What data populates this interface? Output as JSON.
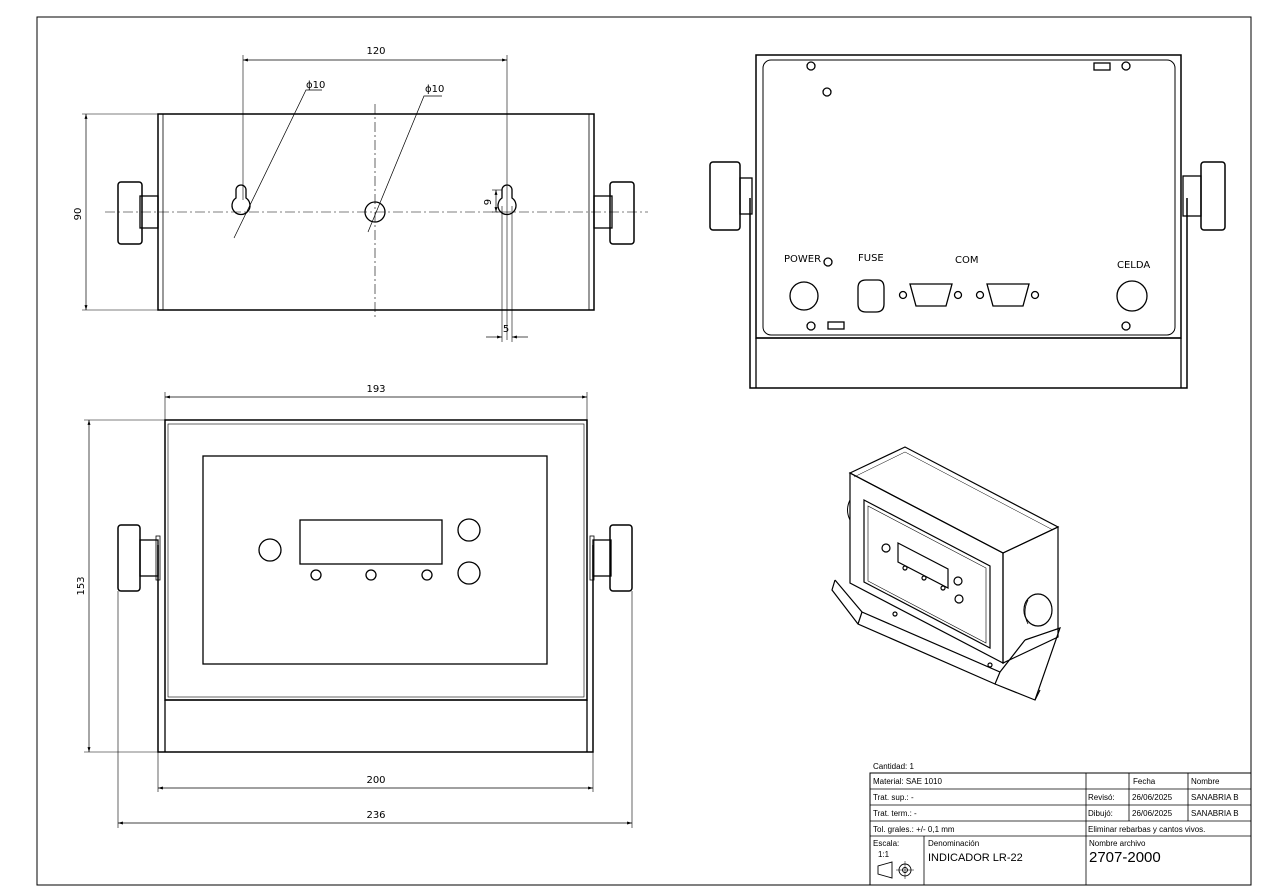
{
  "top_view": {
    "dim_holes_spacing": "120",
    "dim_height": "90",
    "dim_hole_left": "ϕ10",
    "dim_hole_center": "ϕ10",
    "dim_slot_height": "9",
    "dim_slot_width": "5"
  },
  "rear_view": {
    "power_label": "POWER",
    "fuse_label": "FUSE",
    "com_label": "COM",
    "celda_label": "CELDA"
  },
  "front_view": {
    "dim_frame_width": "193",
    "dim_height": "153",
    "dim_base_width": "200",
    "dim_overall_width": "236"
  },
  "title_block": {
    "cantidad": "Cantidad: 1",
    "material": "Material: SAE 1010",
    "trat_sup": "Trat. sup.: -",
    "trat_term": "Trat. term.: -",
    "tol_grales": "Tol. grales.: +/- 0,1 mm",
    "escala_label": "Escala:",
    "escala_value": "1:1",
    "denominacion_label": "Denominación",
    "denominacion_value": "INDICADOR LR-22",
    "fecha_header": "Fecha",
    "nombre_header": "Nombre",
    "reviso_label": "Revisó:",
    "reviso_fecha": "26/06/2025",
    "reviso_nombre": "SANABRIA B",
    "dibujo_label": "Dibujó:",
    "dibujo_fecha": "26/06/2025",
    "dibujo_nombre": "SANABRIA B",
    "nota": "Eliminar rebarbas y cantos vivos.",
    "archivo_label": "Nombre archivo",
    "archivo_value": "2707-2000"
  }
}
